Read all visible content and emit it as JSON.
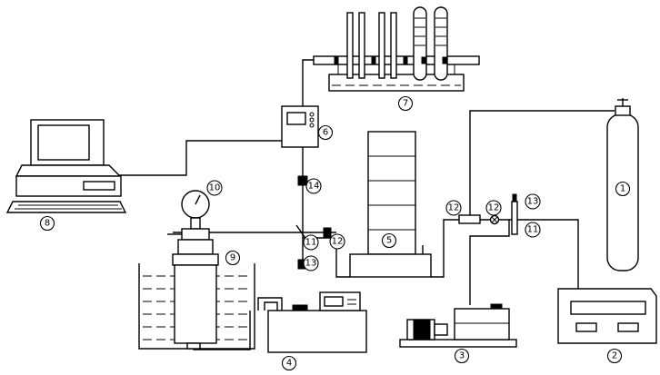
{
  "labels": {
    "gas_cylinder": "1",
    "controller": "2",
    "vacuum_pump": "3",
    "thermostat_bath": "4",
    "furnace": "5",
    "transducer_box": "6",
    "manometer_rack": "7",
    "computer": "8",
    "vessel": "9",
    "pressure_gauge": "10",
    "junction_left": "11",
    "junction_right": "11",
    "valve_left": "12",
    "valve_mid": "12",
    "valve_right_low": "12",
    "valve_bottom": "13",
    "valve_right_top": "13",
    "valve_top": "14"
  },
  "colors": {
    "line": "#000000",
    "background": "#ffffff"
  }
}
